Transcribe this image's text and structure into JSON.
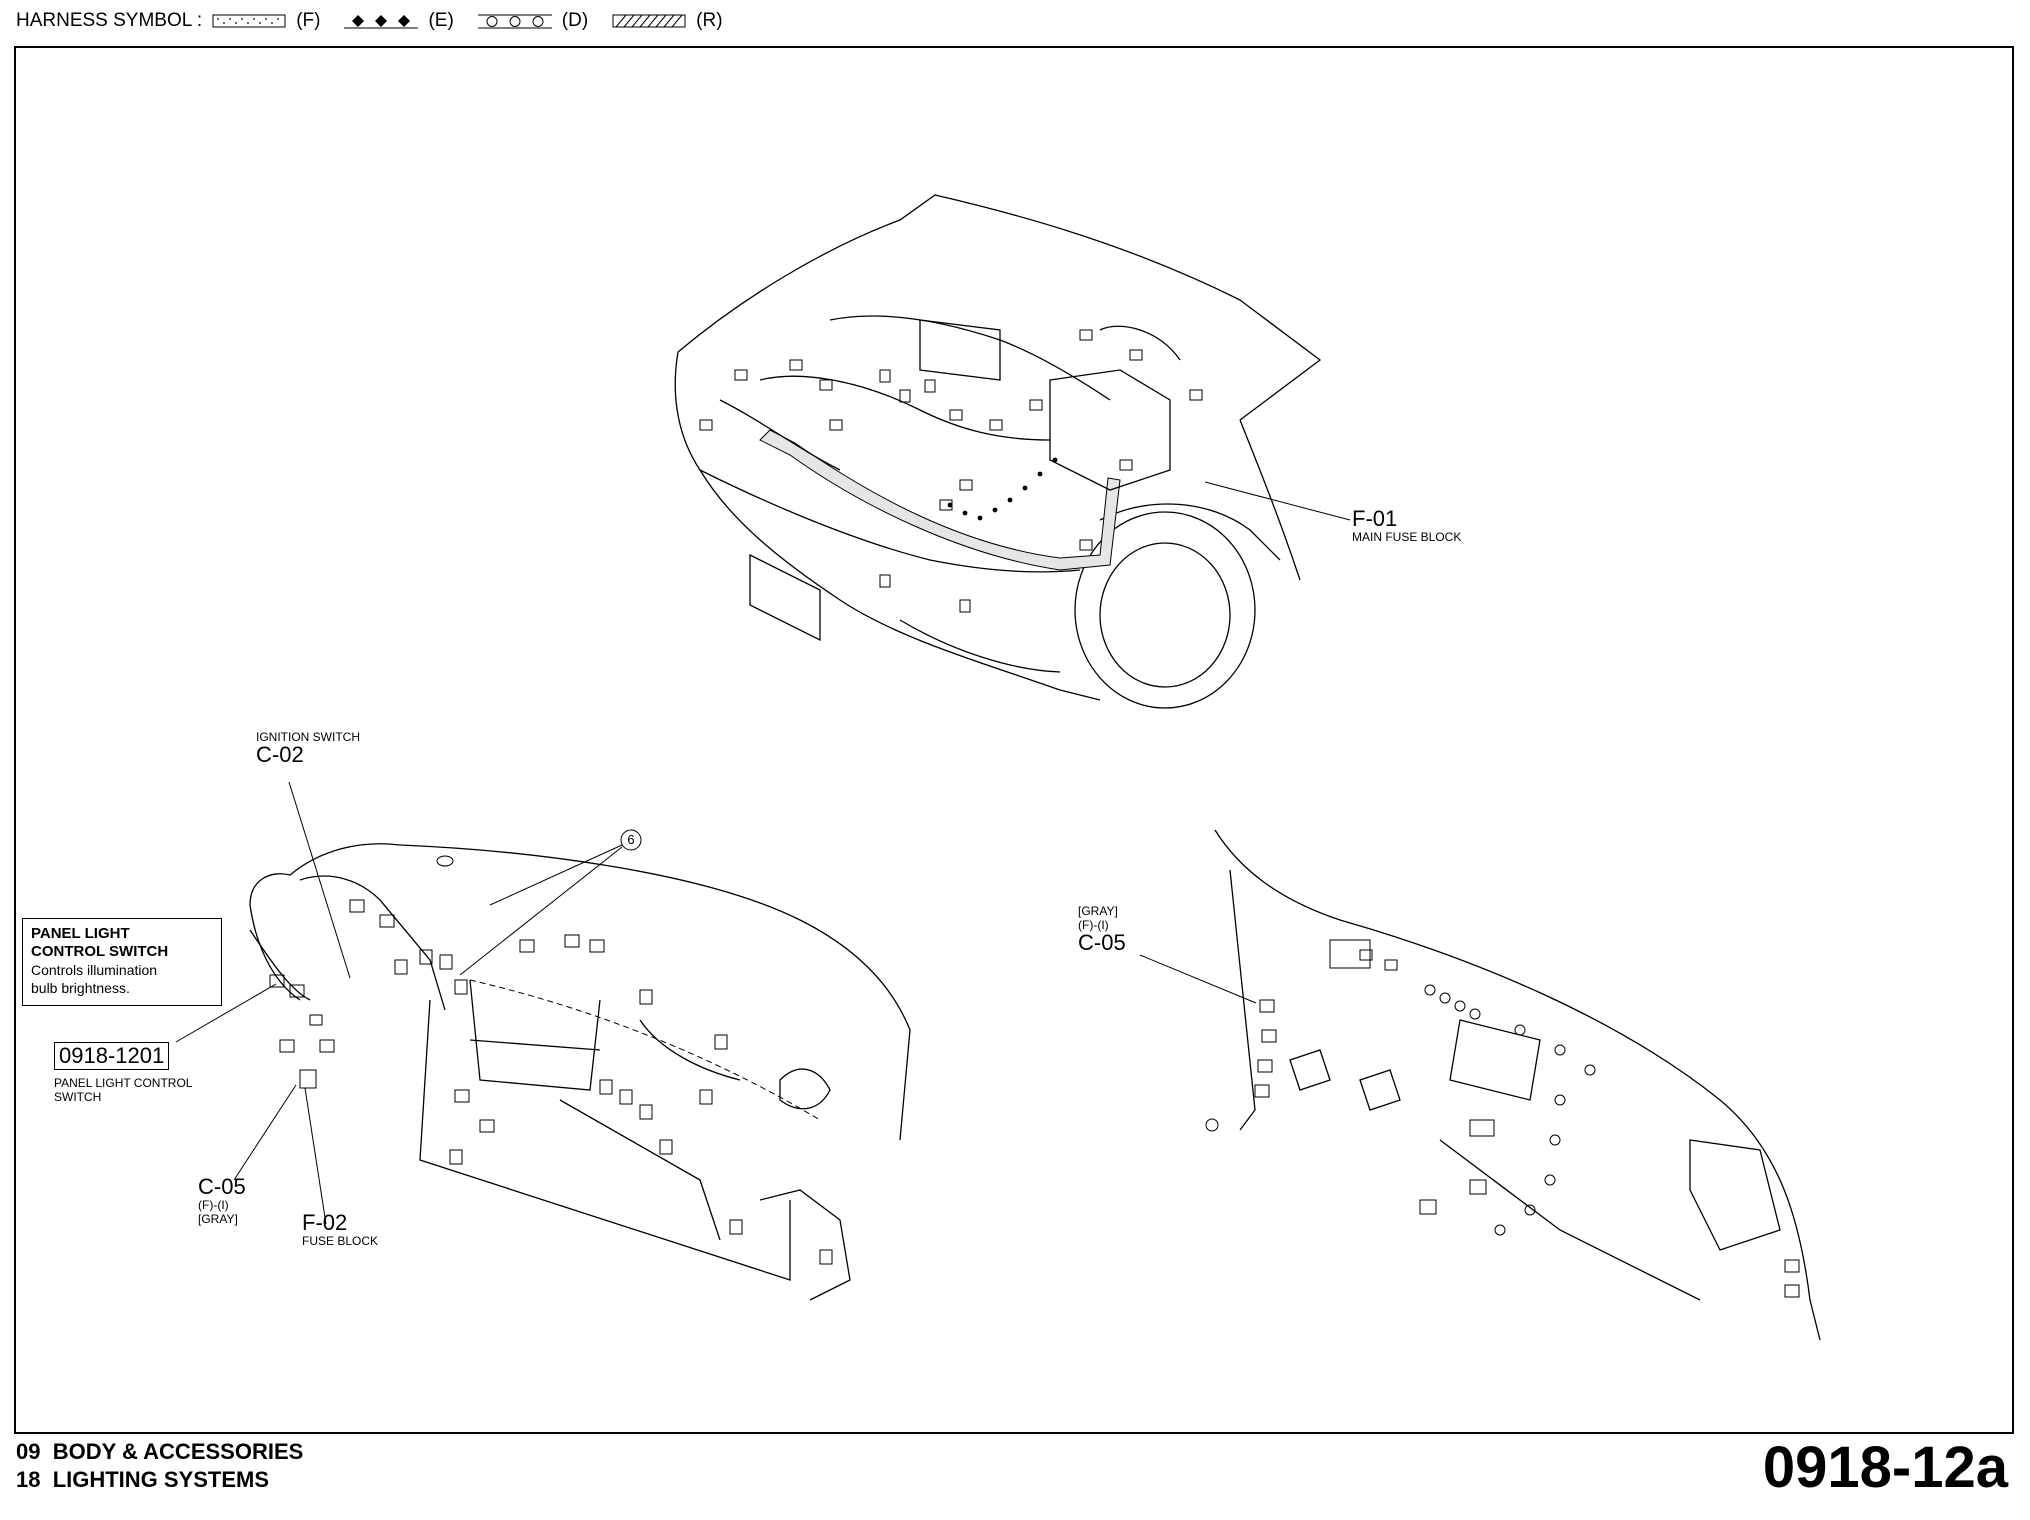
{
  "legend": {
    "title": "HARNESS SYMBOL :",
    "items": [
      {
        "pattern": "dotted",
        "code": "(F)"
      },
      {
        "pattern": "diamonds",
        "code": "(E)"
      },
      {
        "pattern": "circles",
        "code": "(D)"
      },
      {
        "pattern": "hatched",
        "code": "(R)"
      }
    ]
  },
  "labels": {
    "f01": {
      "code": "F-01",
      "name": "MAIN FUSE BLOCK"
    },
    "c02": {
      "name": "IGNITION SWITCH",
      "code": "C-02"
    },
    "marker6": "6",
    "panel_box": {
      "line1": "PANEL LIGHT",
      "line2": "CONTROL SWITCH",
      "desc1": "Controls illumination",
      "desc2": "bulb brightness."
    },
    "ref": {
      "code": "0918-1201",
      "name1": "PANEL LIGHT CONTROL",
      "name2": "SWITCH"
    },
    "c05_left": {
      "code": "C-05",
      "sub1": "(F)-(I)",
      "sub2": "[GRAY]"
    },
    "f02": {
      "code": "F-02",
      "name": "FUSE BLOCK"
    },
    "c05_right": {
      "sub1": "[GRAY]",
      "sub2": "(F)-(I)",
      "code": "C-05"
    }
  },
  "footer": {
    "line1": "09  BODY & ACCESSORIES",
    "line2": "18  LIGHTING SYSTEMS",
    "page": "0918-12a"
  }
}
